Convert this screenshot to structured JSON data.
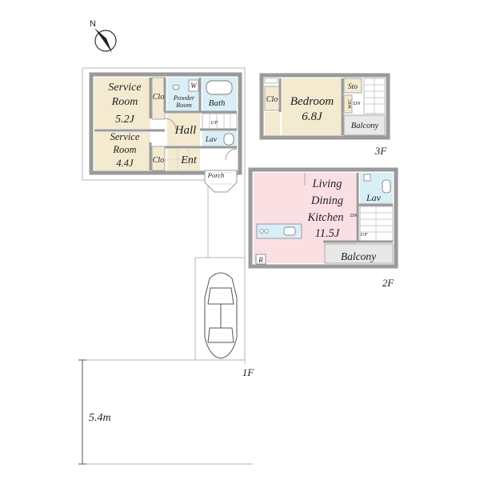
{
  "compass": {
    "north_label": "N"
  },
  "floors": {
    "f1": {
      "label": "1F",
      "rooms": {
        "service_room_1": {
          "line1": "Service",
          "line2": "Room",
          "size": "5.2J"
        },
        "service_room_2": {
          "line1": "Service",
          "line2": "Room",
          "size": "4.4J"
        },
        "clo_1": "Clo",
        "clo_2": "Clo",
        "w": "W",
        "powder_line1": "Powder",
        "powder_line2": "Room",
        "bath": "Bath",
        "hall": "Hall",
        "up": "UP",
        "lav": "Lav",
        "ent": "Ent",
        "porch": "Porch"
      }
    },
    "f2": {
      "label": "2F",
      "rooms": {
        "ldk": {
          "line1": "Living",
          "line2": "Dining",
          "line3": "Kitchen",
          "size": "11.5J"
        },
        "dn": "DN",
        "up": "UP",
        "lav": "Lav",
        "r": "R",
        "balcony": "Balcony"
      }
    },
    "f3": {
      "label": "3F",
      "rooms": {
        "bedroom": {
          "name": "Bedroom",
          "size": "6.8J"
        },
        "clo": "Clo",
        "sto": "Sto",
        "wic": "WIC",
        "dn": "DN",
        "balcony": "Balcony"
      }
    }
  },
  "dimension": {
    "road_width": "5.4m"
  },
  "colors": {
    "wall": "#9a9a9a",
    "room_beige": "#f4ead0",
    "ldk_pink": "#fbe0e3",
    "wet_blue": "#d9eef6",
    "floor_grey": "#e8e8e8"
  }
}
